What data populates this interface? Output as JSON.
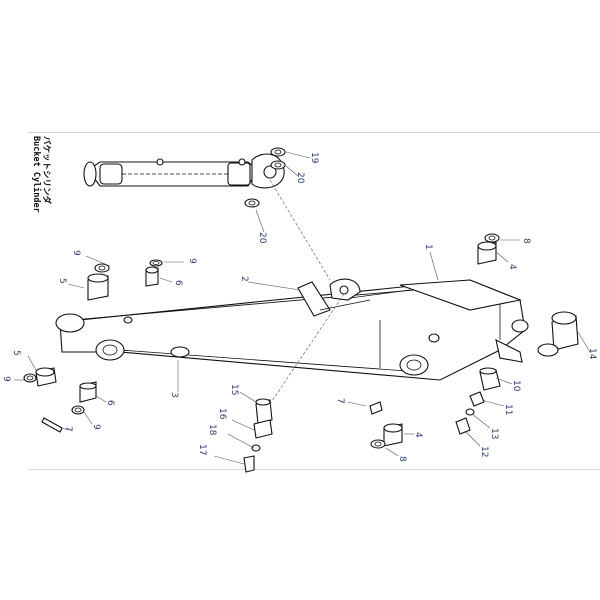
{
  "caption": {
    "japanese": "バケットシリンダ",
    "english": "Bucket Cylinder"
  },
  "colors": {
    "callout_text": "#2d3a7a",
    "line": "#111111",
    "frame": "#d8d8d8"
  },
  "callouts": {
    "c1": "1",
    "c2": "2",
    "c3": "3",
    "c4a": "4",
    "c4b": "4",
    "c5a": "5",
    "c5b": "5",
    "c6a": "6",
    "c6b": "6",
    "c7a": "7",
    "c7b": "7",
    "c8a": "8",
    "c8b": "8",
    "c9a": "9",
    "c9b": "9",
    "c9c": "9",
    "c9d": "9",
    "c10": "10",
    "c11": "11",
    "c12": "12",
    "c13": "13",
    "c14": "14",
    "c15": "15",
    "c16": "16",
    "c17": "17",
    "c18": "18",
    "c19": "19",
    "c20a": "20",
    "c20b": "20"
  }
}
